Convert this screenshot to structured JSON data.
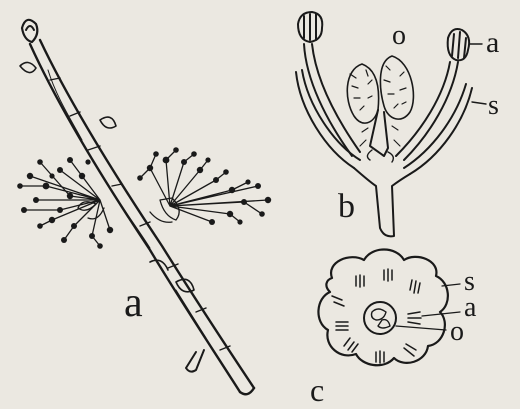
{
  "labels": {
    "twig": "a",
    "flower_section": "b",
    "cross_section": "c",
    "ovary": "o",
    "anther": "a",
    "sepal_b": "s",
    "sepal_c": "s",
    "anther_c": "a",
    "ovary_c": "o"
  },
  "colors": {
    "ink": "#1a1a1a",
    "paper": "#ebe8e1"
  }
}
